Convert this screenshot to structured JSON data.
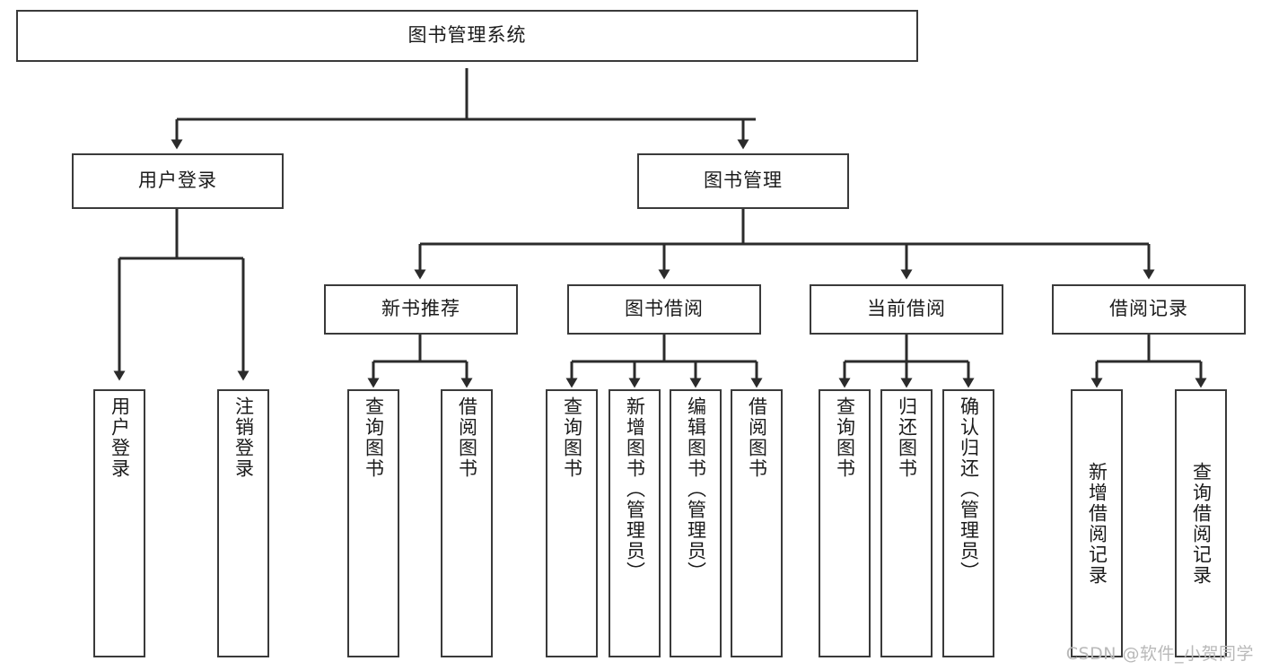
{
  "diagram": {
    "type": "tree-hierarchy",
    "title": "图书管理系统",
    "watermark": "CSDN @软件_小贺同学",
    "colors": {
      "background": "#ffffff",
      "node_border": "#3a3a3a",
      "node_fill": "#ffffff",
      "connector": "#2b2b2b",
      "text": "#1b1b1b",
      "watermark": "#b9b9b9"
    },
    "root": {
      "label": "图书管理系统",
      "orientation": "horizontal"
    },
    "level2": [
      {
        "label": "用户登录",
        "orientation": "horizontal"
      },
      {
        "label": "图书管理",
        "orientation": "horizontal"
      }
    ],
    "level3": [
      {
        "label": "新书推荐",
        "orientation": "horizontal",
        "parent": "图书管理"
      },
      {
        "label": "图书借阅",
        "orientation": "horizontal",
        "parent": "图书管理"
      },
      {
        "label": "当前借阅",
        "orientation": "horizontal",
        "parent": "图书管理"
      },
      {
        "label": "借阅记录",
        "orientation": "horizontal",
        "parent": "图书管理"
      }
    ],
    "leaves": {
      "user_login": [
        {
          "label": "用户登录",
          "orientation": "vertical"
        },
        {
          "label": "注销登录",
          "orientation": "vertical"
        }
      ],
      "new_book_recommend": [
        {
          "label": "查询图书",
          "orientation": "vertical"
        },
        {
          "label": "借阅图书",
          "orientation": "vertical"
        }
      ],
      "book_borrow": [
        {
          "label": "查询图书",
          "orientation": "vertical"
        },
        {
          "label": "新增图书（管理员）",
          "orientation": "vertical"
        },
        {
          "label": "编辑图书（管理员）",
          "orientation": "vertical"
        },
        {
          "label": "借阅图书",
          "orientation": "vertical"
        }
      ],
      "current_borrow": [
        {
          "label": "查询图书",
          "orientation": "vertical"
        },
        {
          "label": "归还图书",
          "orientation": "vertical"
        },
        {
          "label": "确认归还（管理员）",
          "orientation": "vertical"
        }
      ],
      "borrow_record": [
        {
          "label": "新增借阅记录",
          "orientation": "vertical"
        },
        {
          "label": "查询借阅记录",
          "orientation": "vertical"
        }
      ]
    }
  }
}
